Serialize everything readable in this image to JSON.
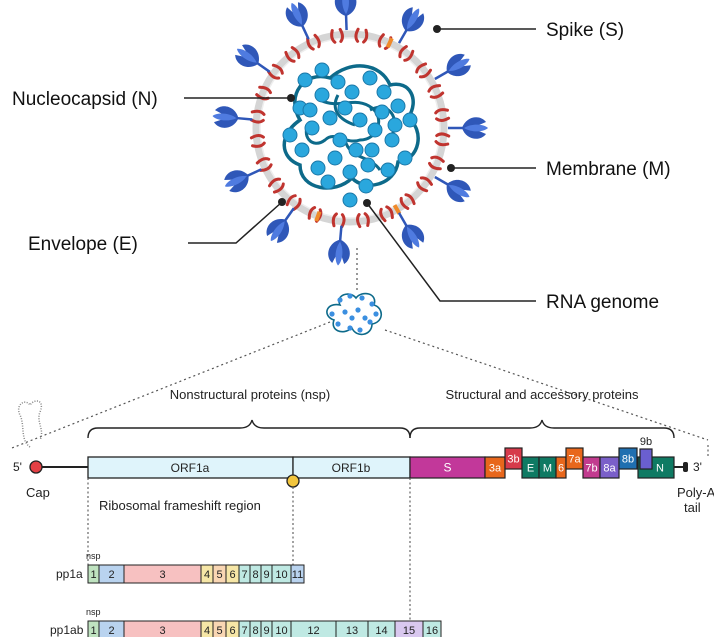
{
  "virion_labels": {
    "spike": "Spike (S)",
    "nucleocapsid": "Nucleocapsid (N)",
    "membrane": "Membrane (M)",
    "envelope": "Envelope (E)",
    "rna_genome": "RNA genome"
  },
  "genome": {
    "nsp_region_label": "Nonstructural proteins (nsp)",
    "structural_region_label": "Structural and accessory proteins",
    "five_prime": "5'",
    "three_prime": "3'",
    "cap_label": "Cap",
    "polya_line1": "Poly-A",
    "polya_line2": "tail",
    "orf1a": "ORF1a",
    "orf1b": "ORF1b",
    "frameshift_label": "Ribosomal frameshift region",
    "genes": [
      {
        "label": "S",
        "color": "#c2389a"
      },
      {
        "label": "3a",
        "color": "#e8671c"
      },
      {
        "label": "3b",
        "color": "#d63a4b"
      },
      {
        "label": "E",
        "color": "#0f7a63"
      },
      {
        "label": "M",
        "color": "#0f7a63"
      },
      {
        "label": "6",
        "color": "#e8671c"
      },
      {
        "label": "7a",
        "color": "#e8671c"
      },
      {
        "label": "7b",
        "color": "#c23b8f"
      },
      {
        "label": "8a",
        "color": "#7a5fc9"
      },
      {
        "label": "8b",
        "color": "#1f6fb0"
      },
      {
        "label": "9b",
        "color": "#6a5fd0"
      },
      {
        "label": "N",
        "color": "#0f7a63"
      }
    ]
  },
  "polyproteins": {
    "nsp_tag": "nsp",
    "pp1a_label": "pp1a",
    "pp1ab_label": "pp1ab",
    "pp1a": [
      "1",
      "2",
      "3",
      "4",
      "5",
      "6",
      "7",
      "8",
      "9",
      "10",
      "11"
    ],
    "pp1ab": [
      "1",
      "2",
      "3",
      "4",
      "5",
      "6",
      "7",
      "8",
      "9",
      "10",
      "12",
      "13",
      "14",
      "15",
      "16"
    ]
  },
  "colors": {
    "spike": "#2f57b8",
    "membrane_protein": "#c0342f",
    "envelope_protein": "#f08a2a",
    "nucleocapsid": "#2aa7dd",
    "rna": "#0d6a8a",
    "orf_fill": "#dff4fb"
  }
}
